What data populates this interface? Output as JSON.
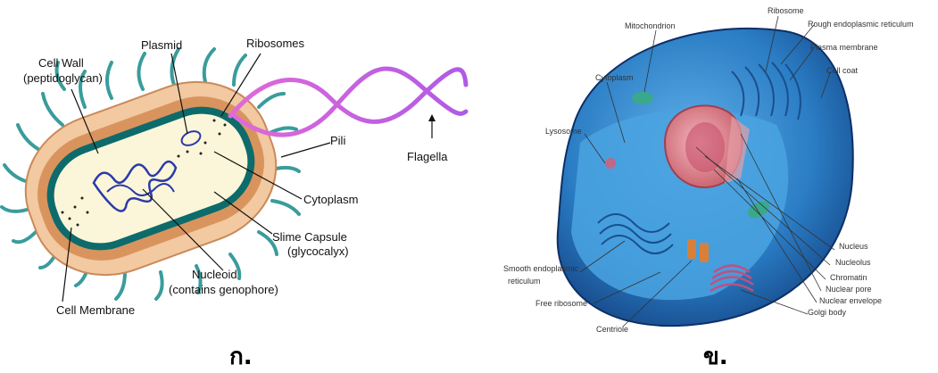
{
  "left_diagram": {
    "labels": {
      "cell_wall_1": "Cell Wall",
      "cell_wall_2": "(peptidoglycan)",
      "plasmid": "Plasmid",
      "ribosomes": "Ribosomes",
      "pili": "Pili",
      "flagella": "Flagella",
      "cytoplasm": "Cytoplasm",
      "slime_1": "Slime Capsule",
      "slime_2": "(glycocalyx)",
      "nucleoid_1": "Nucleoid",
      "nucleoid_2": "(contains genophore)",
      "cell_membrane": "Cell Membrane"
    },
    "caption": "ก."
  },
  "right_diagram": {
    "labels": {
      "mitochondrion": "Mitochondrion",
      "ribosome": "Ribosome",
      "rough_er": "Rough endoplasmic reticulum",
      "plasma_membrane": "Plasma membrane",
      "cell_coat": "Cell coat",
      "cytoplasm": "Cytoplasm",
      "lysosome": "Lysosome",
      "nucleus": "Nucleus",
      "nucleolus": "Nucleolus",
      "chromatin": "Chromatin",
      "nuclear_pore": "Nuclear pore",
      "nuclear_envelope": "Nuclear envelope",
      "golgi": "Golgi body",
      "smooth_er_1": "Smooth endoplasmic",
      "smooth_er_2": "reticulum",
      "free_ribosome": "Free ribosome",
      "centriole": "Centriole"
    },
    "caption": "ข."
  },
  "colors": {
    "capsule": "#f2c9a0",
    "wall": "#d9945e",
    "membrane": "#0e6b6b",
    "cytoplasm": "#fbf6d9",
    "dna": "#2b3aa8",
    "flagella": "#d85ad8",
    "pili": "#3a9c9c",
    "cell_blue": "#1d5fa8",
    "nucleus_pink": "#e0828a"
  }
}
